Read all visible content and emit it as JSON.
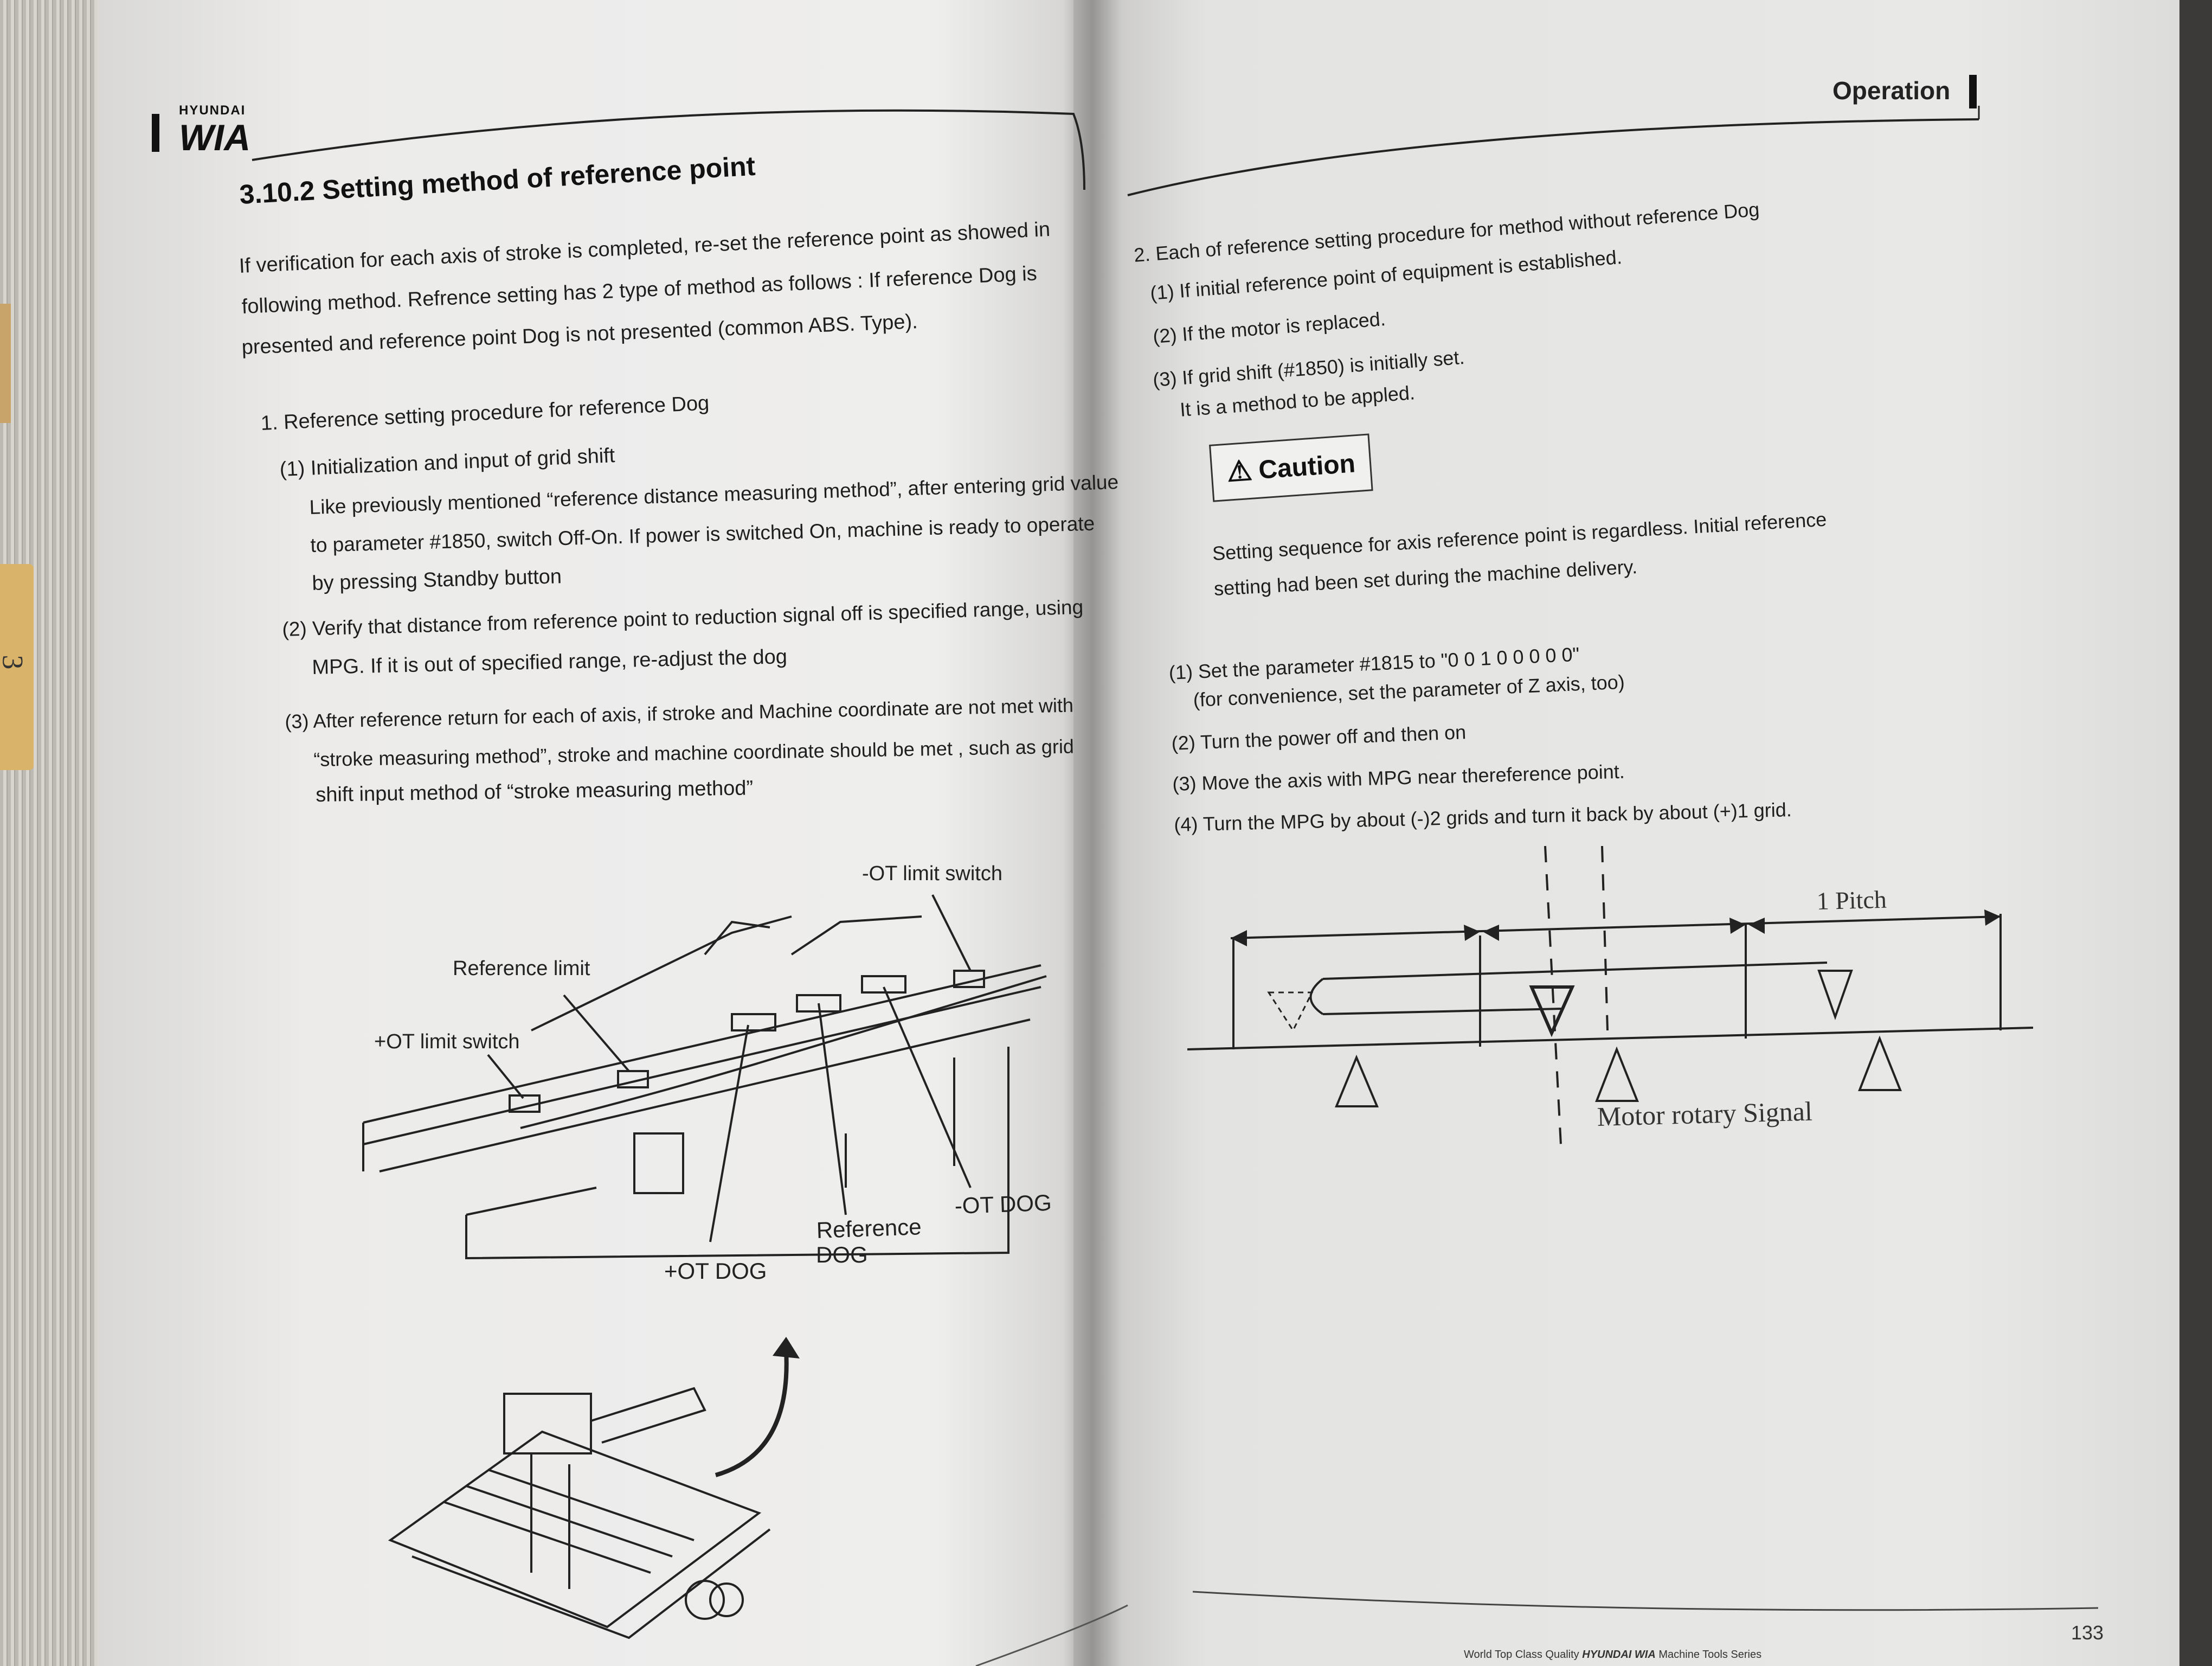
{
  "left_page": {
    "logo": {
      "small": "HYUNDAI",
      "big": "WIA"
    },
    "section_title": "3.10.2 Setting method of reference point",
    "intro_lines": [
      "If verification for each axis of stroke is completed, re-set the reference point as showed in",
      "following method. Refrence setting has 2 type of method as follows : If reference Dog is",
      "presented    and reference point Dog is not presented (common ABS. Type)."
    ],
    "item1": {
      "title": "1. Reference setting procedure for reference Dog",
      "sub1_title": "(1) Initialization and input of grid shift",
      "sub1_lines": [
        "Like previously mentioned “reference distance measuring method”, after entering grid value",
        "to parameter #1850, switch Off-On. If power is switched On, machine is ready to operate",
        "by pressing Standby button"
      ],
      "sub2_lines": [
        "(2) Verify that distance from reference point to reduction signal off is specified range, using",
        "MPG. If it is out of specified range, re-adjust the dog"
      ],
      "sub3_lines": [
        "(3) After reference return for each of axis, if stroke and Machine coordinate are not met with",
        "“stroke measuring method”, stroke and machine coordinate should be met , such as grid",
        "shift input method of “stroke measuring method”"
      ]
    },
    "figure_labels": {
      "minus_ot_limit_switch": "-OT limit switch",
      "reference_limit": "Reference limit",
      "plus_ot_limit_switch": "+OT limit switch",
      "minus_ot_dog": "-OT DOG",
      "reference_dog_1": "Reference",
      "reference_dog_2": "DOG",
      "plus_ot_dog": "+OT DOG"
    },
    "edge_tab_text": "3"
  },
  "right_page": {
    "header": "Operation",
    "item2_lines": [
      "2. Each of reference setting procedure for method without reference Dog",
      "(1) If initial reference point of equipment is established.",
      "(2) If the motor is replaced.",
      "(3) If grid shift (#1850) is initially set.",
      "It is a method to be appled."
    ],
    "caution_label": "Caution",
    "caution_lines": [
      "Setting sequence for axis reference point is regardless. Initial reference",
      "setting had been set during the machine delivery."
    ],
    "steps": [
      "(1) Set the parameter #1815 to \"0 0 1 0 0 0 0 0\"",
      "(for convenience, set the parameter of Z axis, too)",
      "(2) Turn the power off and then on",
      "(3) Move the axis with MPG near thereference point.",
      "(4) Turn the MPG by about (-)2 grids and turn it back by about (+)1 grid."
    ],
    "diagram": {
      "pitch_label": "1 Pitch",
      "signal_label": "Motor rotary Signal"
    },
    "footer": {
      "prefix": "World Top Class Quality",
      "brand": "HYUNDAI WIA",
      "suffix": "Machine Tools Series"
    },
    "page_number": "133"
  }
}
